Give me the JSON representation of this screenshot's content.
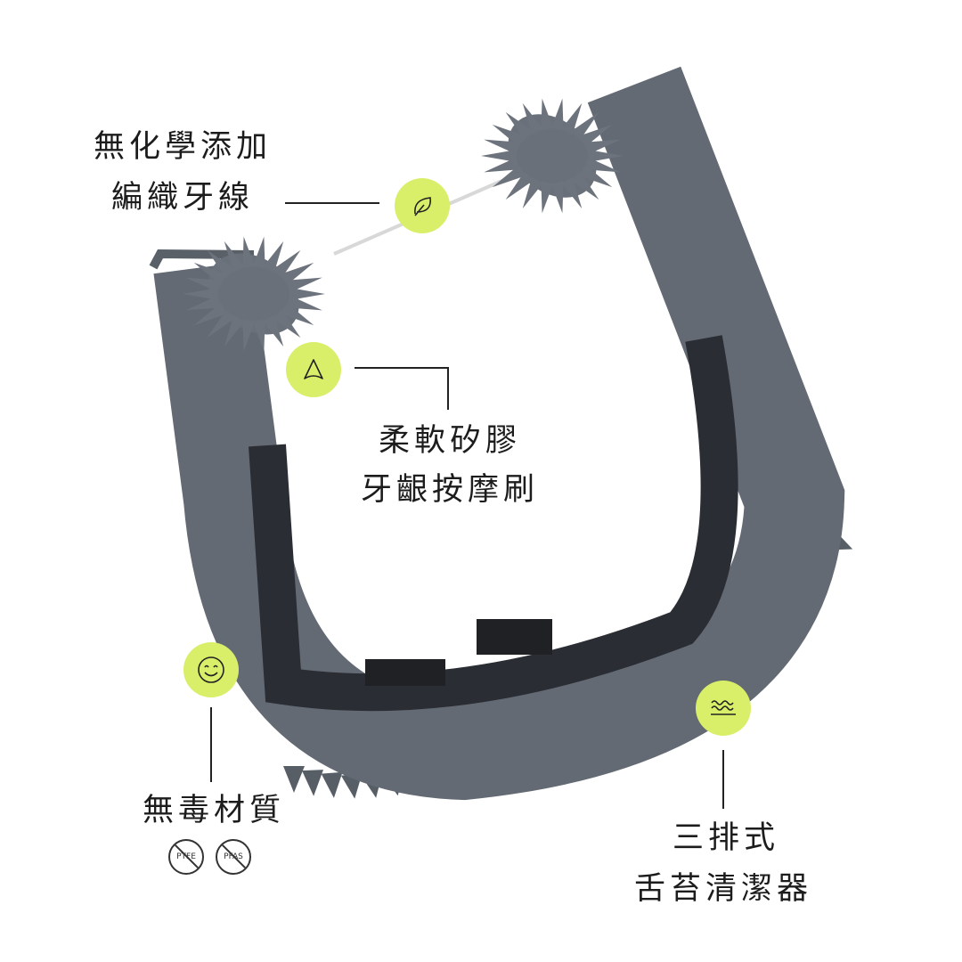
{
  "colors": {
    "accent": "#d9ef6a",
    "body": "#636a73",
    "inner": "#2a2d33",
    "text": "#1c1c1c"
  },
  "features": [
    {
      "icon": "leaf-icon",
      "lines": [
        "無化學添加",
        "編織牙線"
      ]
    },
    {
      "icon": "arrow-up-icon",
      "lines": [
        "柔軟矽膠",
        "牙齦按摩刷"
      ]
    },
    {
      "icon": "smile-icon",
      "lines": [
        "無毒材質"
      ],
      "badges": [
        "PTFE",
        "PFAS"
      ]
    },
    {
      "icon": "waves-icon",
      "lines": [
        "三排式",
        "舌苔清潔器"
      ]
    }
  ]
}
